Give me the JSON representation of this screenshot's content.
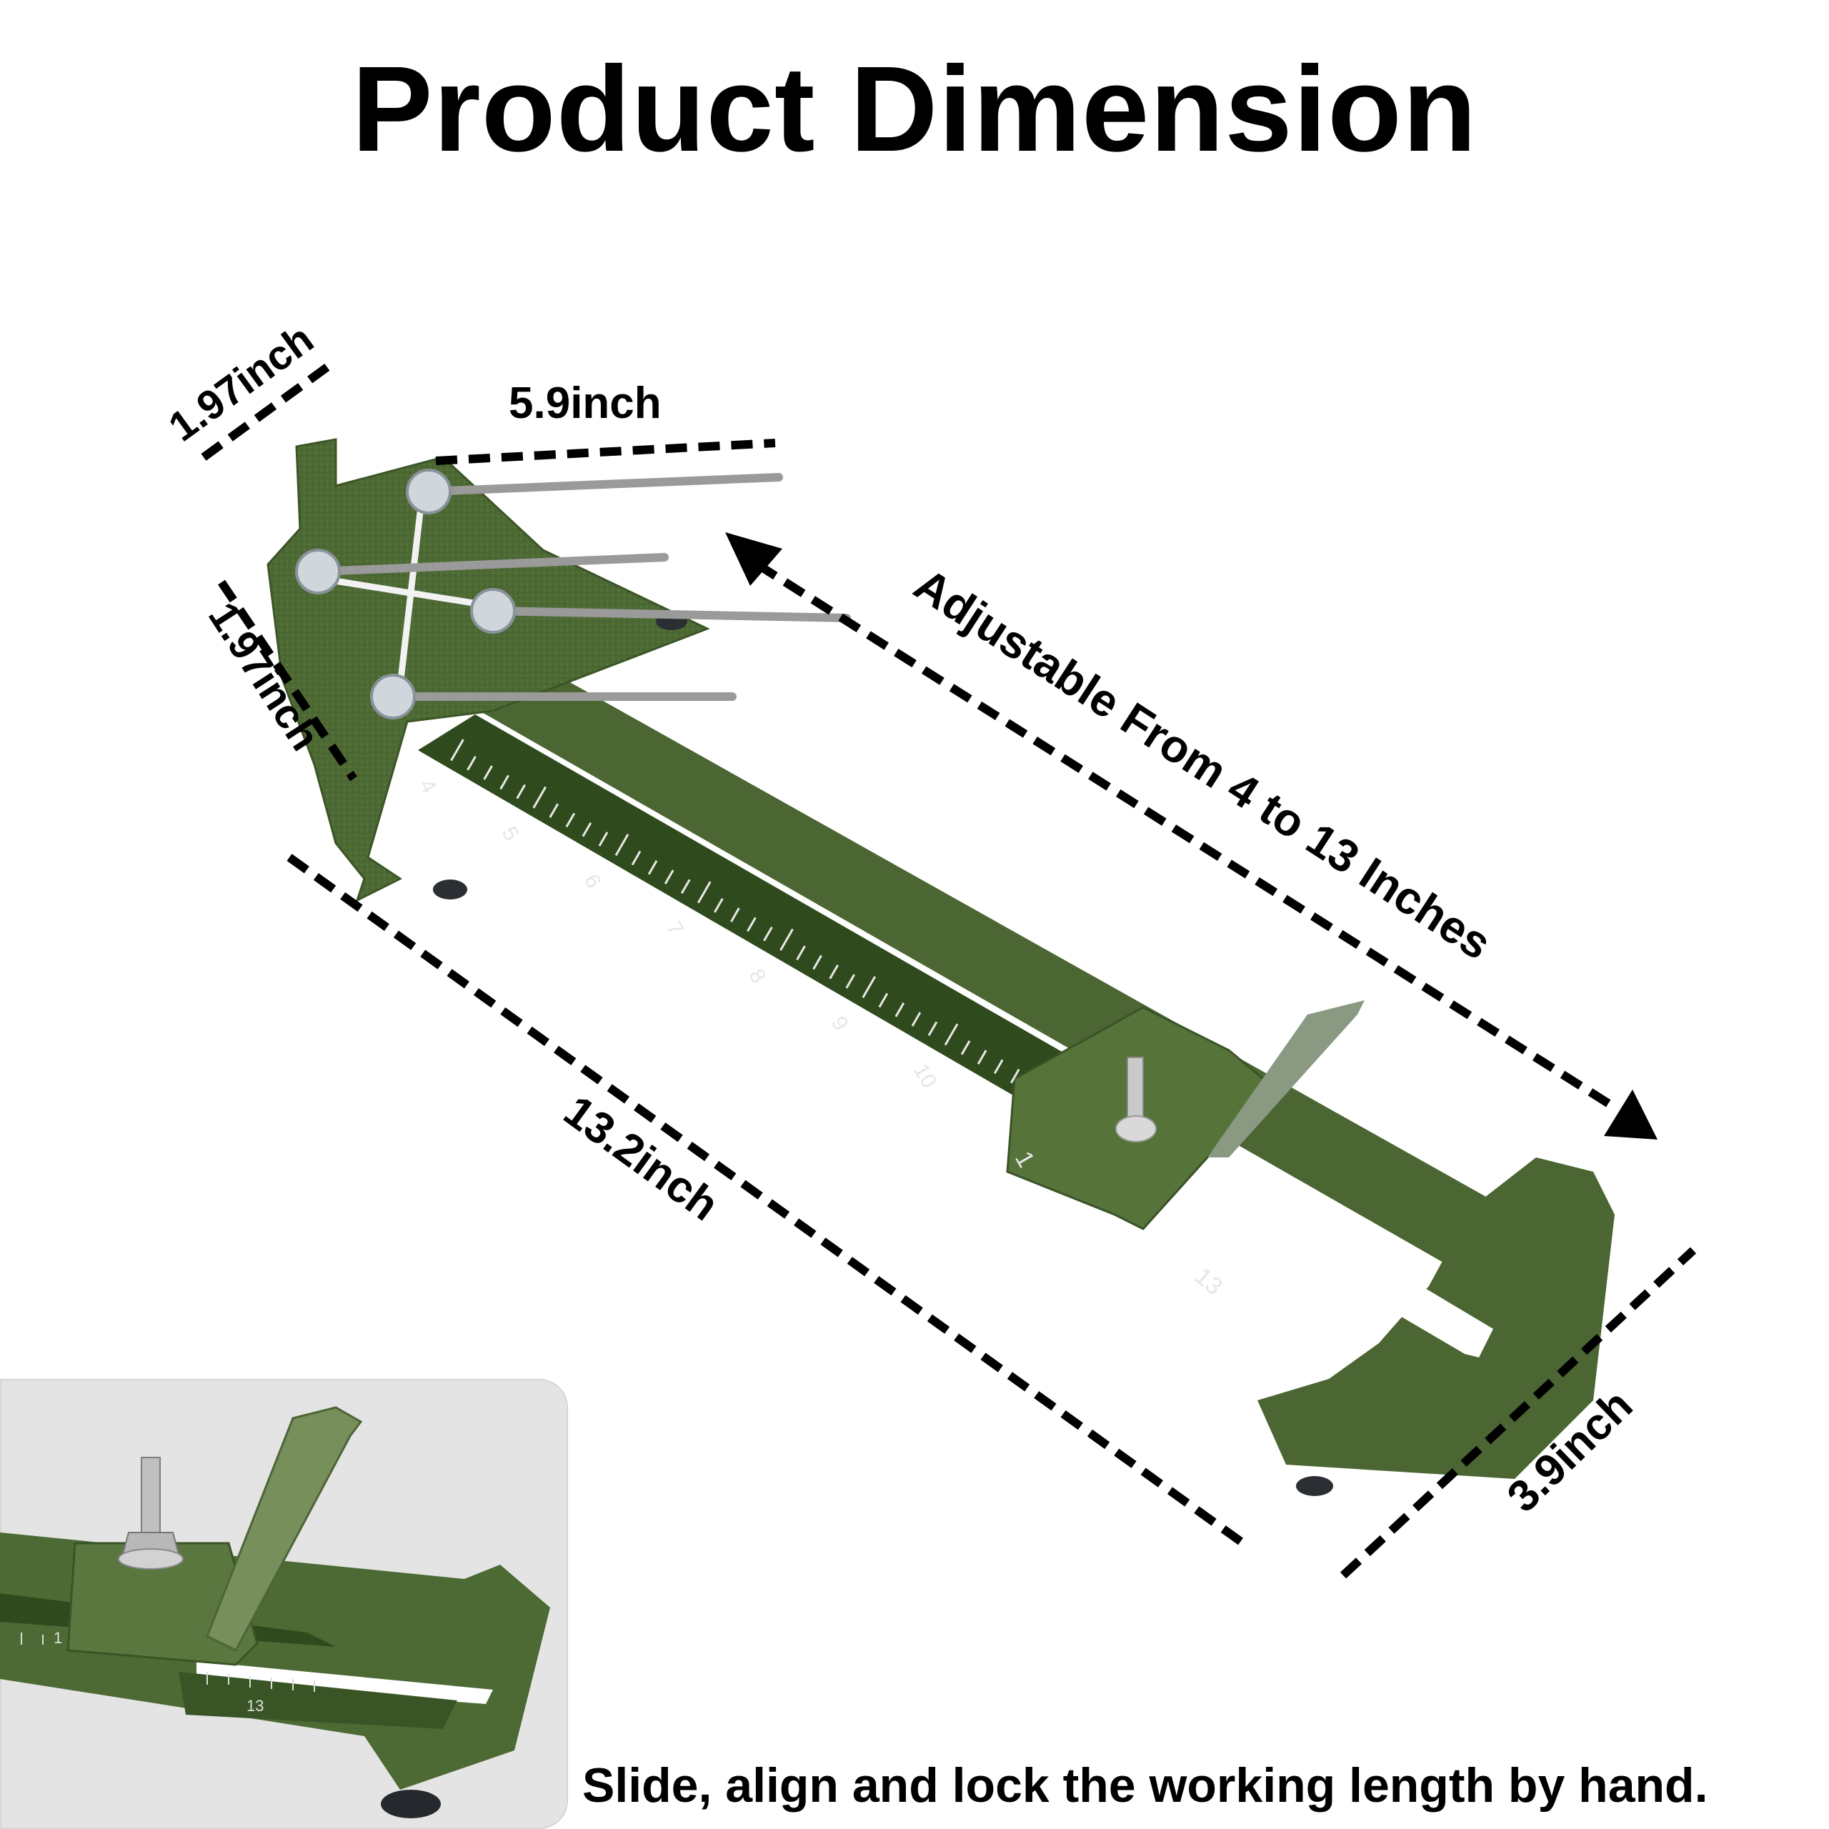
{
  "title": "Product Dimension",
  "dimensions": {
    "base_depth": "1.97inch",
    "pin_length": "5.9inch",
    "pin_spacing": "1.97inch",
    "adjustable_range": "Adjustable From 4 to 13 Inches",
    "total_length": "13.2inch",
    "foot_width": "3.9inch"
  },
  "ruler_ticks": [
    "4",
    "5",
    "6",
    "7",
    "8",
    "9",
    "10"
  ],
  "slider_marks": [
    "1",
    "13"
  ],
  "inset": {
    "ruler_marks": [
      "1",
      "13"
    ]
  },
  "caption": "Slide, align and lock the working length by hand.",
  "colors": {
    "product_green": "#4a6431",
    "ruler_green": "#2f4a1c",
    "background": "#ffffff"
  }
}
